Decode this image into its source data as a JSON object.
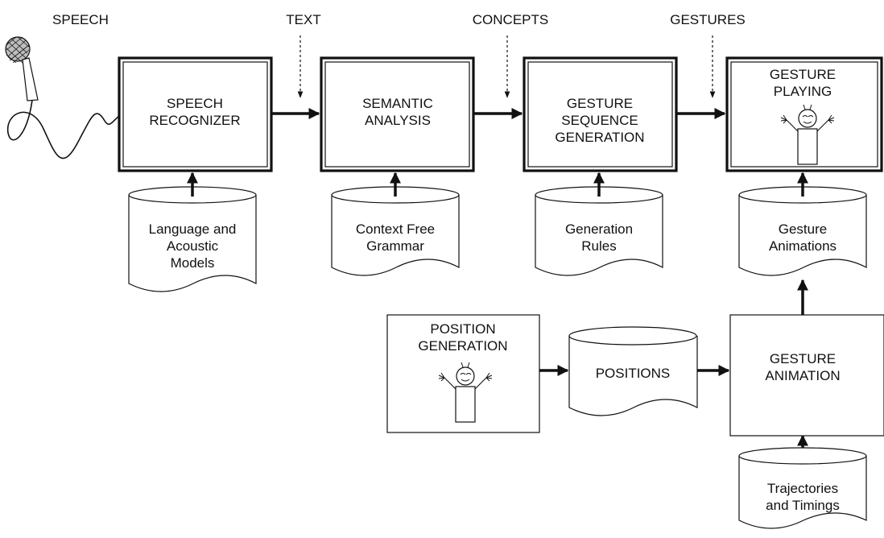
{
  "top_labels": {
    "speech": "SPEECH",
    "text": "TEXT",
    "concepts": "CONCEPTS",
    "gestures": "GESTURES"
  },
  "processes": {
    "speech_recognizer": [
      "SPEECH",
      "RECOGNIZER"
    ],
    "semantic_analysis": [
      "SEMANTIC",
      "ANALYSIS"
    ],
    "gesture_sequence_generation": [
      "GESTURE",
      "SEQUENCE",
      "GENERATION"
    ],
    "gesture_playing": [
      "GESTURE",
      "PLAYING"
    ],
    "position_generation": [
      "POSITION",
      "GENERATION"
    ],
    "gesture_animation": [
      "GESTURE",
      "ANIMATION"
    ]
  },
  "stores": {
    "language_models": [
      "Language and",
      "Acoustic",
      "Models"
    ],
    "grammar": [
      "Context Free",
      "Grammar"
    ],
    "generation_rules": [
      "Generation",
      "Rules"
    ],
    "gesture_animations": [
      "Gesture",
      "Animations"
    ],
    "positions": [
      "POSITIONS"
    ],
    "trajectories": [
      "Trajectories",
      "and Timings"
    ]
  },
  "colors": {
    "ink": "#111111",
    "background": "#ffffff"
  },
  "icons": {
    "microphone": "microphone-icon",
    "figure": "stick-figure-icon"
  }
}
